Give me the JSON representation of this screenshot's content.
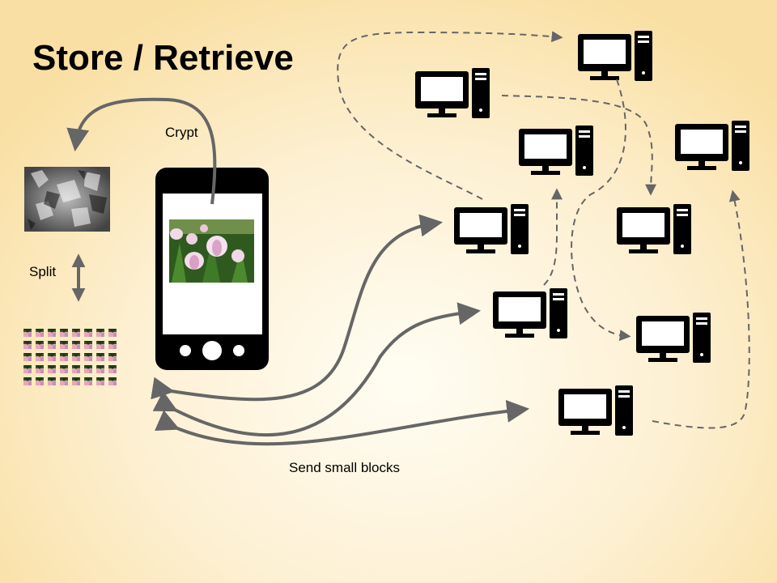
{
  "slide": {
    "title": "Store / Retrieve"
  },
  "labels": {
    "crypt": "Crypt",
    "split": "Split",
    "send": "Send small blocks"
  },
  "colors": {
    "arrow": "#666666",
    "dashed": "#666666",
    "device": "#000000",
    "phone_screen": "#ffffff"
  },
  "icons": {
    "computer": "desktop-computer-icon",
    "phone": "smartphone-icon",
    "encrypted": "encrypted-image-icon",
    "blocks": "image-blocks-grid-icon"
  }
}
